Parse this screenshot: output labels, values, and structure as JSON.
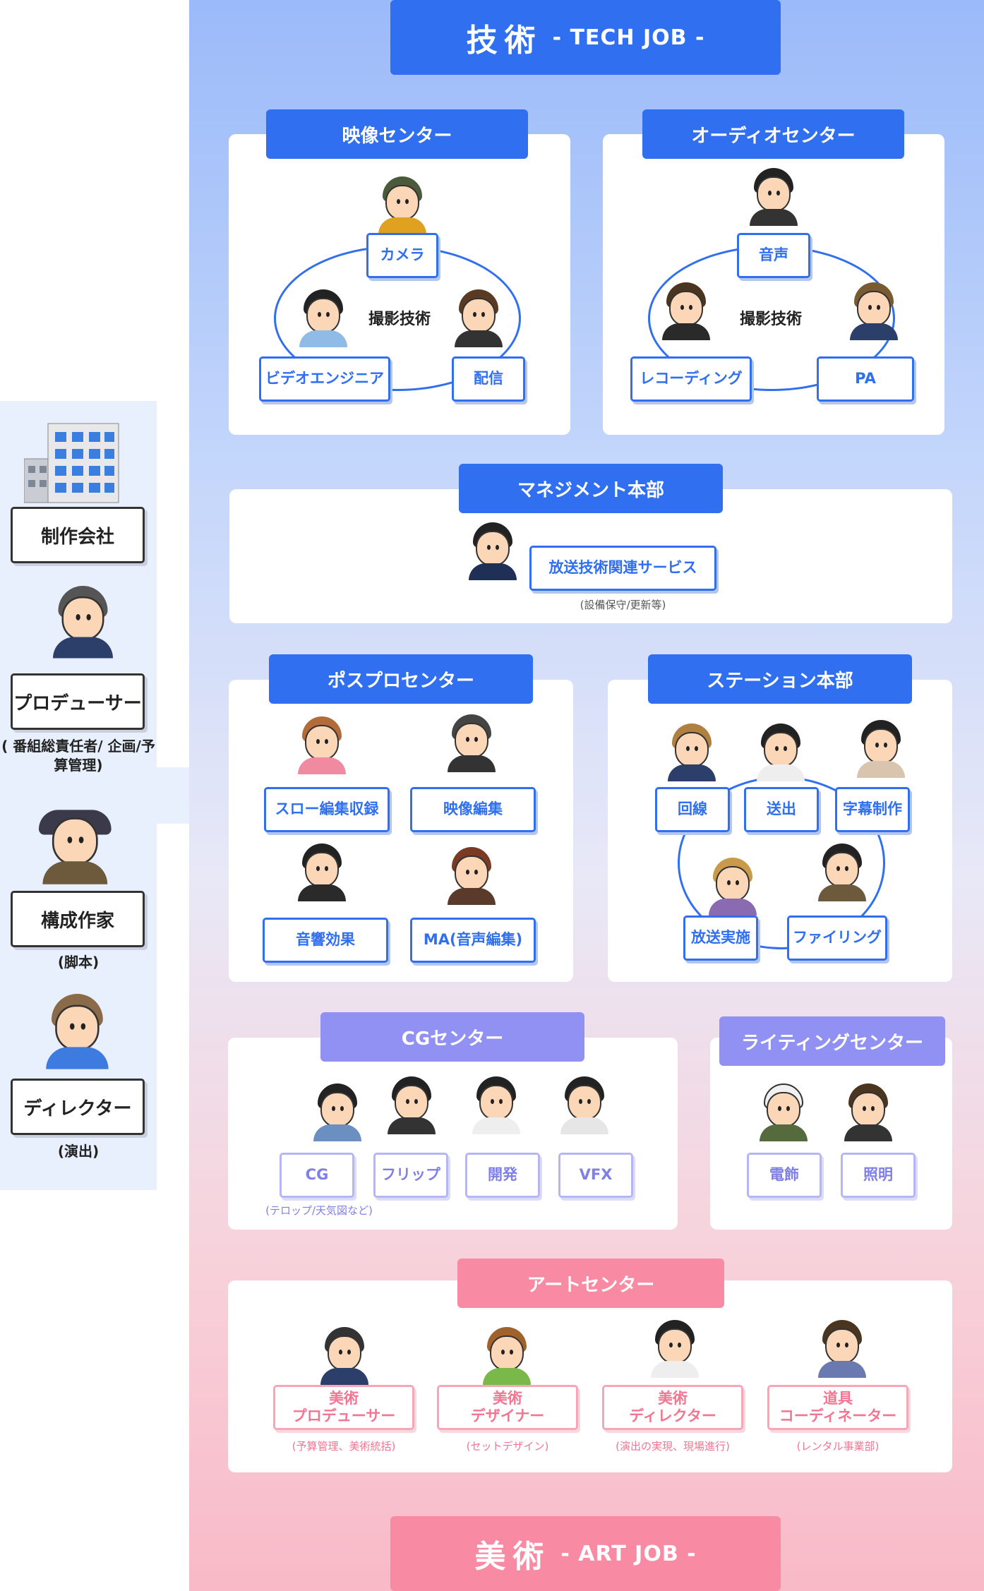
{
  "tech_banner": {
    "big": "技術",
    "small": "- TECH JOB -"
  },
  "art_banner": {
    "big": "美術",
    "small": "- ART JOB -"
  },
  "sidebar": {
    "company": "制作会社",
    "producer": "プロデューサー",
    "producer_note": "( 番組総責任者/ 企画/予算管理)",
    "writer": "構成作家",
    "writer_note": "(脚本)",
    "director": "ディレクター",
    "director_note": "(演出)"
  },
  "video_center": {
    "title": "映像センター",
    "center": "撮影技術",
    "roles": [
      "カメラ",
      "ビデオエンジニア",
      "配信"
    ]
  },
  "audio_center": {
    "title": "オーディオセンター",
    "center": "撮影技術",
    "roles": [
      "音声",
      "レコーディング",
      "PA"
    ]
  },
  "management": {
    "title": "マネジメント本部",
    "roles": [
      "放送技術関連サービス"
    ],
    "note": "(設備保守/更新等)"
  },
  "postpro_center": {
    "title": "ポスプロセンター",
    "roles": [
      "スロー編集収録",
      "映像編集",
      "音響効果",
      "MA(音声編集)"
    ]
  },
  "station": {
    "title": "ステーション本部",
    "roles": [
      "回線",
      "送出",
      "字幕制作",
      "放送実施",
      "ファイリング"
    ]
  },
  "cg_center": {
    "title": "CGセンター",
    "roles": [
      "CG",
      "フリップ",
      "開発",
      "VFX"
    ],
    "note": "(テロップ/天気図など)"
  },
  "lighting_center": {
    "title": "ライティングセンター",
    "roles": [
      "電飾",
      "照明"
    ]
  },
  "art_center": {
    "title": "アートセンター",
    "roles": [
      {
        "line1": "美術",
        "line2": "プロデューサー",
        "note": "(予算管理、美術統括)"
      },
      {
        "line1": "美術",
        "line2": "デザイナー",
        "note": "(セットデザイン)"
      },
      {
        "line1": "美術",
        "line2": "ディレクター",
        "note": "(演出の実現、現場進行)"
      },
      {
        "line1": "道具",
        "line2": "コーディネーター",
        "note": "(レンタル事業部)"
      }
    ]
  },
  "colors": {
    "blue": "#2f6ff0",
    "purple": "#9191f3",
    "pink": "#f98aa3"
  }
}
